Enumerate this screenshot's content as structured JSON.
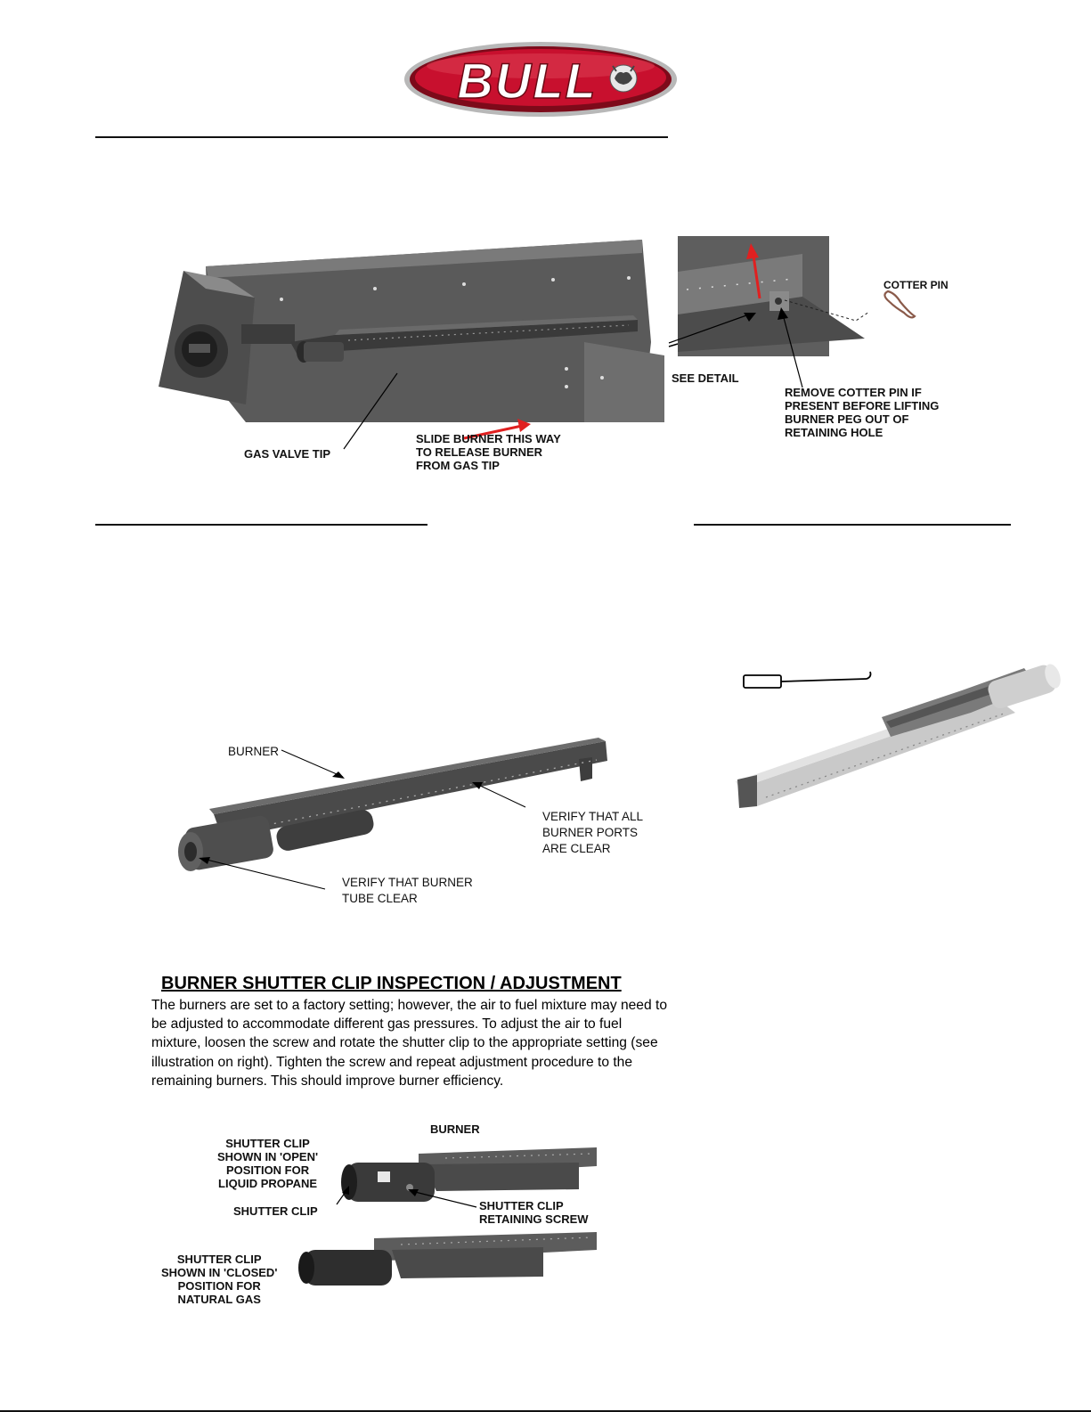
{
  "logo": {
    "text": "BULL",
    "colors": {
      "red": "#c8102e",
      "dark_red": "#7d0a1a",
      "silver": "#c9c9c9"
    }
  },
  "figure1": {
    "label_gas_valve_tip": "GAS VALVE TIP",
    "label_slide": "SLIDE BURNER THIS WAY\nTO RELEASE BURNER\nFROM GAS TIP",
    "label_see_detail": "SEE DETAIL",
    "label_cotter_pin": "COTTER PIN",
    "label_remove_pin": "REMOVE COTTER PIN IF\nPRESENT BEFORE LIFTING\nBURNER PEG OUT OF\nRETAINING HOLE"
  },
  "figure2": {
    "label_burner": "BURNER",
    "label_ports": "VERIFY THAT ALL\nBURNER PORTS\nARE CLEAR",
    "label_tube": "VERIFY THAT BURNER\nTUBE CLEAR"
  },
  "shutter_section": {
    "heading": "BURNER SHUTTER CLIP INSPECTION / ADJUSTMENT",
    "body": "The burners are set to a factory setting; however, the air to fuel mixture may need to be adjusted to accommodate different gas pressures. To adjust the air to fuel mixture, loosen the screw and rotate the shutter clip to the appropriate setting (see illustration on right). Tighten the screw and repeat adjustment procedure to the remaining burners. This should improve burner efficiency.",
    "label_burner": "BURNER",
    "label_open": "SHUTTER CLIP\nSHOWN IN 'OPEN'\nPOSITION FOR\nLIQUID PROPANE",
    "label_clip": "SHUTTER CLIP",
    "label_screw": "SHUTTER CLIP\nRETAINING SCREW",
    "label_closed": "SHUTTER CLIP\nSHOWN IN 'CLOSED'\nPOSITION FOR\nNATURAL GAS"
  },
  "colors": {
    "arrow_red": "#e02020",
    "metal_dark": "#4a4a4a",
    "metal_mid": "#6a6a6a",
    "metal_light": "#bdbdbd"
  }
}
